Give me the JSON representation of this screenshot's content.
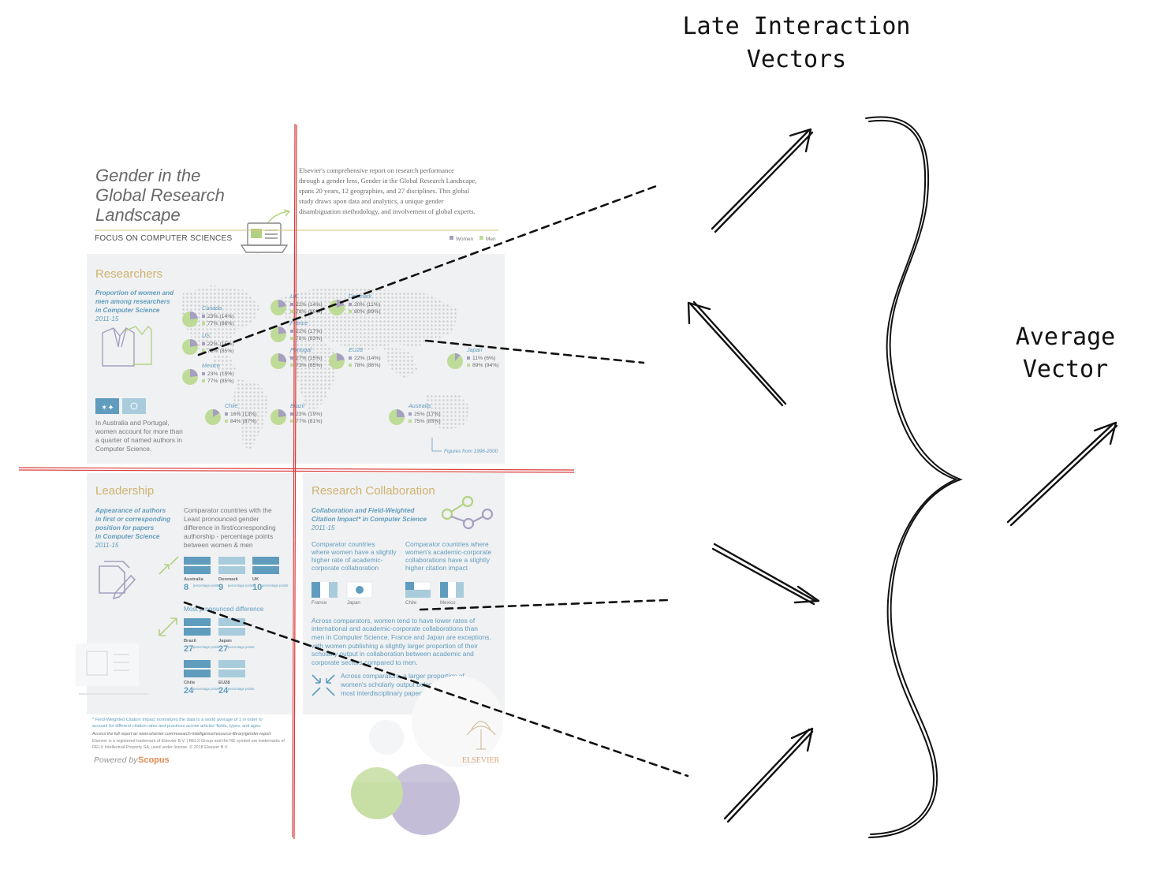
{
  "headings": {
    "late_interaction": [
      "Late Interaction",
      "Vectors"
    ],
    "average": [
      "Average",
      "Vector"
    ]
  },
  "doc": {
    "title": [
      "Gender in the",
      "Global Research",
      "Landscape"
    ],
    "intro": [
      "Elsevier's comprehensive report on research performance",
      "through a gender lens, Gender in the Global Research Landscape,",
      "spans 20 years, 12 geographies, and 27 disciplines. This global",
      "study draws upon data and analytics, a unique gender",
      "disambiguation methodology, and involvement of global experts."
    ],
    "focus": "FOCUS ON COMPUTER SCIENCES",
    "legend": {
      "women": "Women",
      "men": "Men"
    },
    "researchers": {
      "heading": "Researchers",
      "sub": [
        "Proportion of women and",
        "men among researchers",
        "in Computer Science",
        "2011-15"
      ],
      "note": [
        "In Australia and Portugal,",
        "women account for more than",
        "a quarter of named authors in",
        "Computer Science."
      ],
      "source": "Figures from 1996-2000",
      "countries": [
        {
          "name": "Canada",
          "women": "23% (14%)",
          "men": "77% (86%)"
        },
        {
          "name": "US",
          "women": "22% (15%)",
          "men": "78% (85%)"
        },
        {
          "name": "Mexico",
          "women": "23% (15%)",
          "men": "77% (85%)"
        },
        {
          "name": "UK",
          "women": "22% (14%)",
          "men": "78% (86%)"
        },
        {
          "name": "France",
          "women": "22% (17%)",
          "men": "78% (83%)"
        },
        {
          "name": "Portugal",
          "women": "27% (15%)",
          "men": "73% (85%)"
        },
        {
          "name": "Denmark",
          "women": "20% (11%)",
          "men": "80% (89%)"
        },
        {
          "name": "EU28",
          "women": "22% (14%)",
          "men": "78% (86%)"
        },
        {
          "name": "Japan",
          "women": "11% (6%)",
          "men": "89% (94%)"
        },
        {
          "name": "Chile",
          "women": "16% (13%)",
          "men": "84% (87%)"
        },
        {
          "name": "Brazil",
          "women": "23% (19%)",
          "men": "77% (81%)"
        },
        {
          "name": "Australia",
          "women": "25% (17%)",
          "men": "75% (83%)"
        }
      ]
    },
    "leadership": {
      "heading": "Leadership",
      "sub": [
        "Appearance of authors",
        "in first or corresponding",
        "position for papers",
        "in Computer Science",
        "2011-15"
      ],
      "least": [
        "Comparator countries with the",
        "Least pronounced gender",
        "difference in first/corresponding",
        "authorship - percentage points",
        "between women & men"
      ],
      "most": "Most pronounced difference",
      "unit": "percentage points",
      "least_items": [
        {
          "name": "Australia",
          "value": "8"
        },
        {
          "name": "Denmark",
          "value": "9"
        },
        {
          "name": "UK",
          "value": "10"
        }
      ],
      "most_items": [
        {
          "name": "Brazil",
          "value": "27"
        },
        {
          "name": "Japan",
          "value": "27"
        },
        {
          "name": "Chile",
          "value": "24"
        },
        {
          "name": "EU28",
          "value": "24"
        }
      ]
    },
    "collab": {
      "heading": "Research Collaboration",
      "sub": [
        "Collaboration and Field-Weighted",
        "Citation Impact* in Computer Science",
        "2011-15"
      ],
      "left": [
        "Comparator countries",
        "where women have a slightly",
        "higher rate of academic-",
        "corporate collaboration"
      ],
      "right": [
        "Comparator countries where",
        "women's academic-corporate",
        "collaborations have a slightly",
        "higher citation impact"
      ],
      "left_countries": [
        "France",
        "Japan"
      ],
      "right_countries": [
        "Chile",
        "Mexico"
      ],
      "body": [
        "Across comparators, women tend to have lower rates of",
        "international and academic-corporate collaborations than",
        "men in Computer Science. France and Japan are exceptions,",
        "with women publishing a slightly larger proportion of their",
        "scholarly output in collaboration between academic and",
        "corporate sectors compared to men."
      ],
      "inter": [
        "Across comparators, a larger proportion of",
        "women's scholarly output belongs to the",
        "most interdisciplinary papers."
      ]
    },
    "footnote": [
      "* Field-Weighted Citation Impact normalizes the data to a world average of 1 in order to",
      "account for different citation rates and practices across articles' fields, types, and ages."
    ],
    "access": "Access the full report at: www.elsevier.com/research-intelligence/resource-library/gender-report",
    "legal": [
      "Elsevier is a registered trademark of Elsevier B.V.  |  RELX Group and the RE symbol are trademarks of",
      "RELX Intellectual Property SA, used under license.  © 2018 Elsevier B.V."
    ],
    "powered": "Powered by",
    "scopus": "Scopus",
    "elsevier": "ELSEVIER"
  }
}
